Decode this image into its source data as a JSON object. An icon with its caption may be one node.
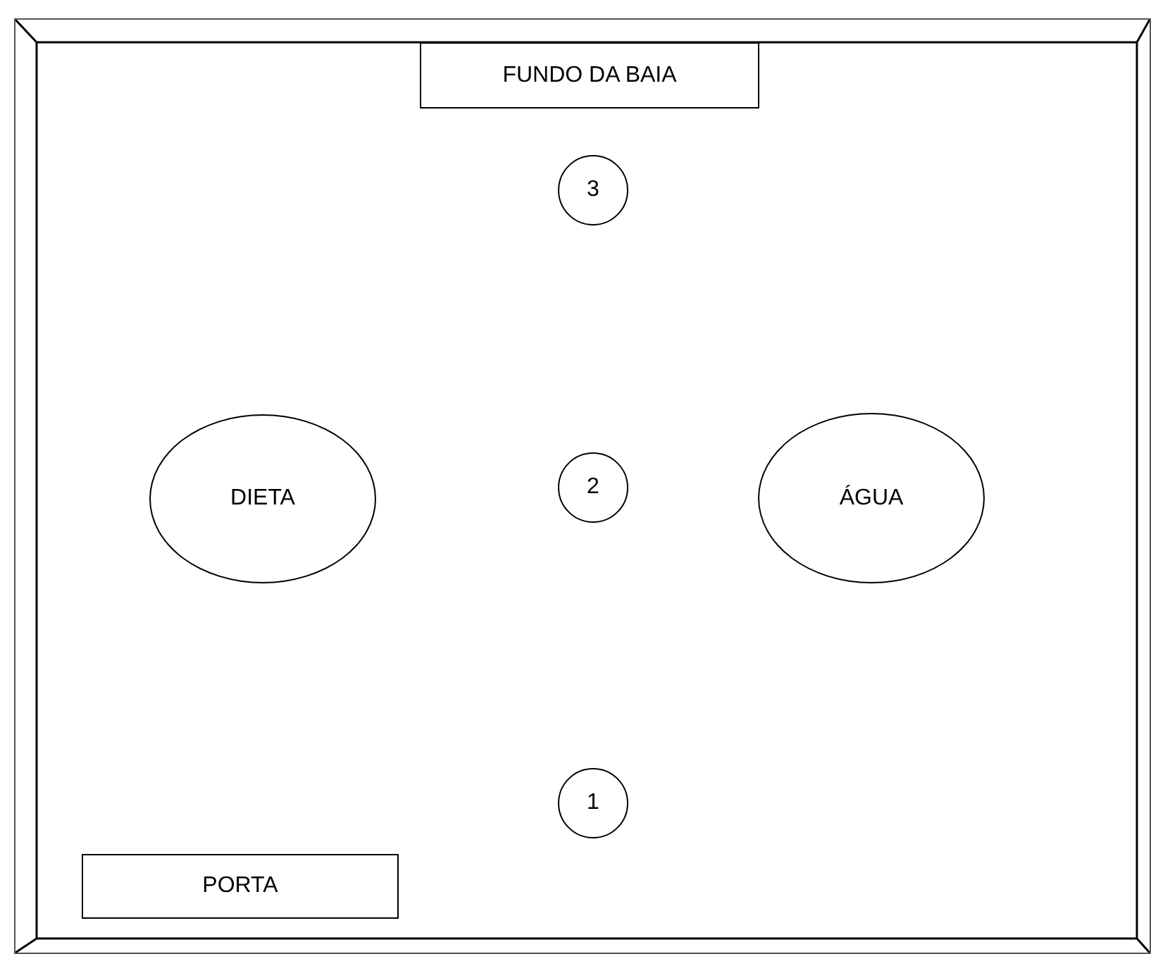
{
  "diagram": {
    "nodes": [
      {
        "text": [],
        "shape": "box"
      },
      {
        "text": [
          "FUNDO DA BAIA"
        ],
        "in": 0
      },
      {
        "text": [
          "3"
        ],
        "in": 0
      },
      {
        "text": [
          "DIETA"
        ],
        "in": 0
      },
      {
        "text": [
          "2"
        ],
        "in": 0
      },
      {
        "text": [
          "ÁGUA"
        ],
        "in": 0
      },
      {
        "text": [
          "1"
        ],
        "in": 0
      },
      {
        "text": [
          "PORTA"
        ],
        "in": 0
      }
    ]
  }
}
